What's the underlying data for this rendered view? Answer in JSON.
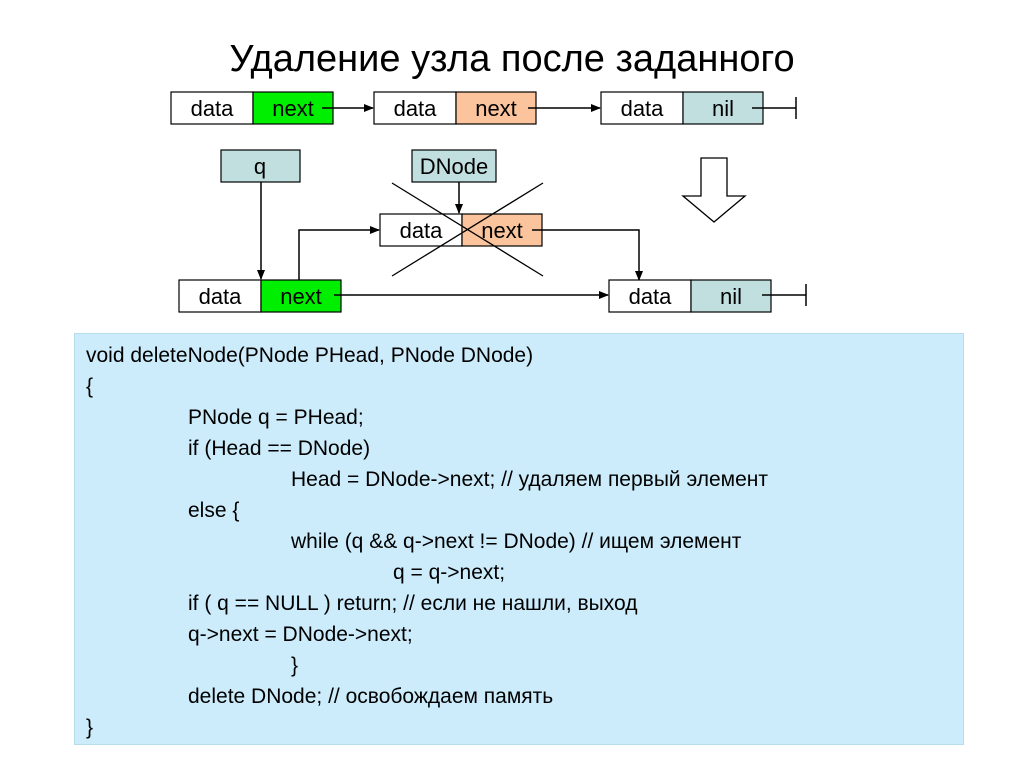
{
  "title": "Удаление узла после заданного",
  "diagram": {
    "labels": {
      "data": "data",
      "next": "next",
      "nil": "nil",
      "q": "q",
      "dnode": "DNode"
    },
    "colors": {
      "green": "#00ee00",
      "orange": "#fbc49d",
      "teal": "#c2dfe0",
      "white": "#ffffff"
    }
  },
  "code": {
    "lines": [
      "void deleteNode(PNode PHead, PNode DNode)",
      "{",
      "PNode q = PHead;",
      "if (Head == DNode)",
      "Head = DNode->next; // удаляем первый элемент",
      "else {",
      "while (q && q->next != DNode) // ищем элемент",
      "q = q->next;",
      "if ( q == NULL ) return; // если не нашли, выход",
      "q->next = DNode->next;",
      "}",
      "delete DNode; // освобождаем память",
      "}"
    ]
  }
}
